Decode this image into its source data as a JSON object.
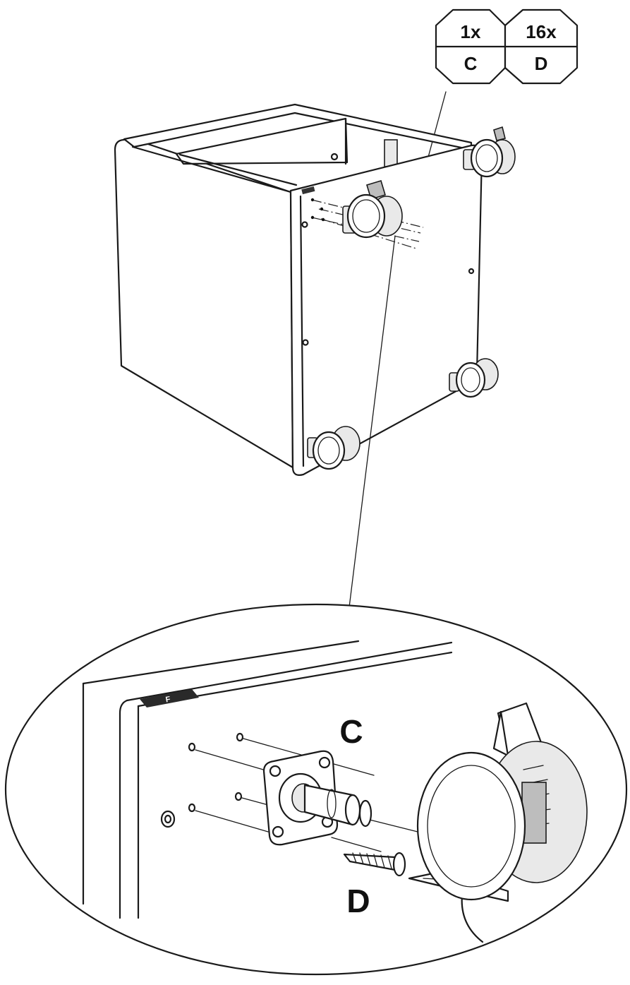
{
  "parts": [
    {
      "qty": "1x",
      "code": "C"
    },
    {
      "qty": "16x",
      "code": "D"
    }
  ],
  "callouts": {
    "caster_label": "C",
    "screw_label": "D"
  },
  "panel_badge": "F"
}
